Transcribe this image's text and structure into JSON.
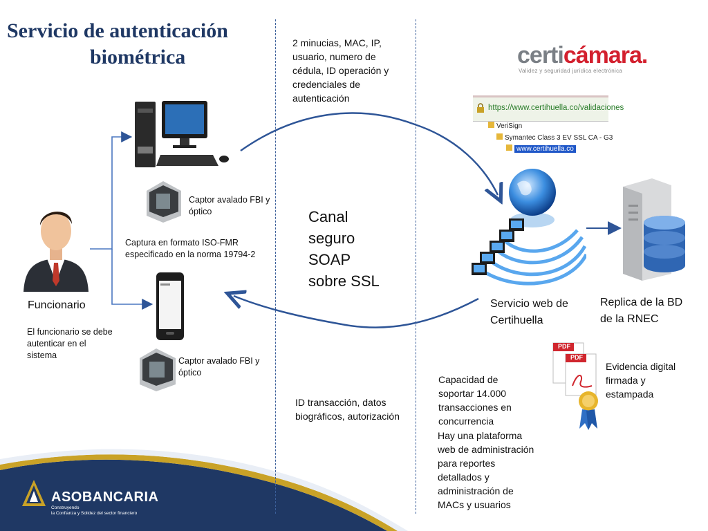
{
  "title": {
    "line1": "Servicio de autenticación",
    "line2": "biométrica"
  },
  "top_note": {
    "l1": "2 minucias, MAC, IP,",
    "l2": "usuario, numero de",
    "l3": "cédula, ID operación y",
    "l4": "credenciales de",
    "l5": "autenticación"
  },
  "certicamara": {
    "part1": "certi",
    "part2": "cámara.",
    "tagline": "Validez y seguridad jurídica electrónica"
  },
  "browser": {
    "url": "https://www.certihuella.co/validaciones",
    "cert1": "VeriSign",
    "cert2": "Symantec Class 3 EV SSL CA - G3",
    "cert3": "www.certihuella.co"
  },
  "captor_top": {
    "l1": "Captor avalado FBI y",
    "l2": "óptico"
  },
  "captura": {
    "l1": "Captura en formato ISO-FMR",
    "l2": "especificado en la norma 19794-2"
  },
  "canal": {
    "l1": "Canal",
    "l2": "seguro",
    "l3": "SOAP",
    "l4": "sobre SSL"
  },
  "funcionario": {
    "label": "Funcionario",
    "d1": "El funcionario se debe",
    "d2": "autenticar en el",
    "d3": "sistema"
  },
  "captor_bottom": {
    "l1": "Captor avalado FBI y",
    "l2": "óptico"
  },
  "servicio": {
    "l1": "Servicio web de",
    "l2": "Certihuella"
  },
  "replica": {
    "l1": "Replica de la BD",
    "l2": "de la RNEC"
  },
  "evidencia": {
    "l1": "Evidencia digital",
    "l2": "firmada y",
    "l3": "estampada"
  },
  "capacidad": {
    "l1": "Capacidad de",
    "l2": "soportar 14.000",
    "l3": "transacciones en",
    "l4": "concurrencia"
  },
  "plataforma": {
    "l1": "Hay una plataforma",
    "l2": "web de administración",
    "l3": "para reportes",
    "l4": "detallados y",
    "l5": "administración de",
    "l6": "MACs y usuarios"
  },
  "respuesta": {
    "l1": "ID transacción, datos",
    "l2": "biográficos, autorización"
  },
  "pdf_label": "PDF",
  "brand": {
    "name": "ASOBANCARIA",
    "t1": "Construyendo",
    "t2": "la Confianza y Solidez del sector financiero"
  },
  "colors": {
    "title": "#1f3864",
    "arrow": "#2e5597",
    "footer": "#1f3864",
    "accent_red": "#d3202e"
  }
}
